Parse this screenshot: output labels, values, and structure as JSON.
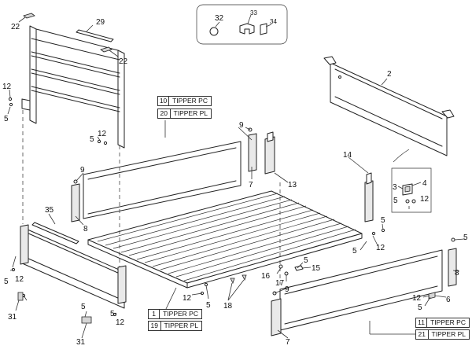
{
  "callouts": [
    {
      "key": "n22a",
      "text": "22"
    },
    {
      "key": "n29",
      "text": "29"
    },
    {
      "key": "n22b",
      "text": "22"
    },
    {
      "key": "n12a",
      "text": "12"
    },
    {
      "key": "n5a",
      "text": "5"
    },
    {
      "key": "n5b",
      "text": "5"
    },
    {
      "key": "n12b",
      "text": "12"
    },
    {
      "key": "n32",
      "text": "32"
    },
    {
      "key": "n33",
      "text": "33"
    },
    {
      "key": "n34",
      "text": "34"
    },
    {
      "key": "n2",
      "text": "2"
    },
    {
      "key": "n9a",
      "text": "9"
    },
    {
      "key": "n7a",
      "text": "7"
    },
    {
      "key": "n13",
      "text": "13"
    },
    {
      "key": "n9b",
      "text": "9"
    },
    {
      "key": "n8a",
      "text": "8"
    },
    {
      "key": "n14",
      "text": "14"
    },
    {
      "key": "n3",
      "text": "3"
    },
    {
      "key": "n4",
      "text": "4"
    },
    {
      "key": "n12c",
      "text": "12"
    },
    {
      "key": "n5c",
      "text": "5"
    },
    {
      "key": "n5d",
      "text": "5"
    },
    {
      "key": "n12d",
      "text": "12"
    },
    {
      "key": "n35",
      "text": "35"
    },
    {
      "key": "n5e",
      "text": "5"
    },
    {
      "key": "n12e",
      "text": "12"
    },
    {
      "key": "n5f",
      "text": "5"
    },
    {
      "key": "n31a",
      "text": "31"
    },
    {
      "key": "n16",
      "text": "16"
    },
    {
      "key": "n17",
      "text": "17"
    },
    {
      "key": "n5g",
      "text": "5"
    },
    {
      "key": "n15",
      "text": "15"
    },
    {
      "key": "n9c",
      "text": "9"
    },
    {
      "key": "n12f",
      "text": "12"
    },
    {
      "key": "n5h",
      "text": "5"
    },
    {
      "key": "n18",
      "text": "18"
    },
    {
      "key": "n5i",
      "text": "5"
    },
    {
      "key": "n5j",
      "text": "5"
    },
    {
      "key": "n12g",
      "text": "12"
    },
    {
      "key": "n31b",
      "text": "31"
    },
    {
      "key": "n12h",
      "text": "12"
    },
    {
      "key": "n6",
      "text": "6"
    },
    {
      "key": "n5k",
      "text": "5"
    },
    {
      "key": "n8b",
      "text": "8"
    },
    {
      "key": "n7b",
      "text": "7"
    },
    {
      "key": "n5l",
      "text": "5"
    }
  ],
  "label_boxes": [
    {
      "num": "10",
      "text": "TIPPER PC"
    },
    {
      "num": "20",
      "text": "TIPPER PL"
    },
    {
      "num": "1",
      "text": "TIPPER PC"
    },
    {
      "num": "19",
      "text": "TIPPER PL"
    },
    {
      "num": "11",
      "text": "TIPPER PC"
    },
    {
      "num": "21",
      "text": "TIPPER PL"
    }
  ]
}
